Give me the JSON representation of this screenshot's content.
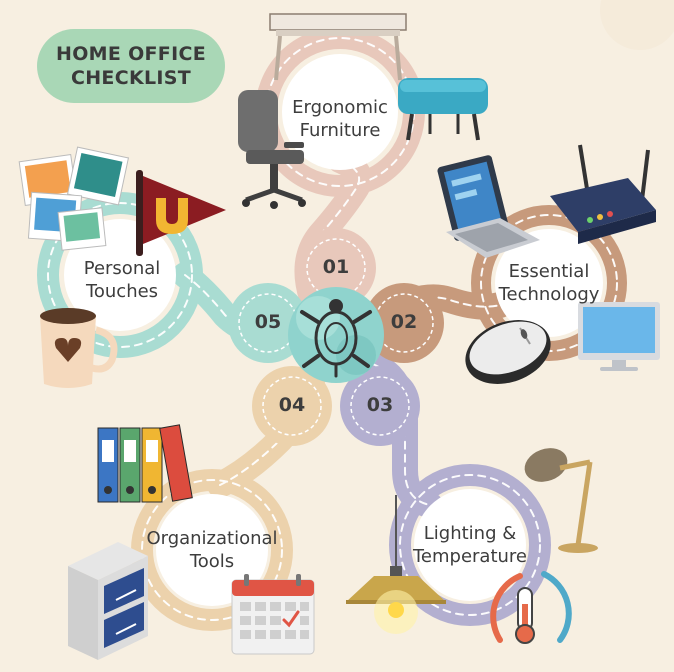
{
  "title": {
    "line1": "HOME OFFICE",
    "line2": "CHECKLIST"
  },
  "colors": {
    "background": "#f7efe1",
    "ergonomic": "#e8c8bb",
    "technology": "#c79a7c",
    "lighting": "#b3afd0",
    "organizational": "#ecd2ac",
    "personal": "#a9dcd2",
    "title_badge": "#a9d7b6"
  },
  "steps": [
    {
      "number": "01",
      "line1": "Ergonomic",
      "line2": "Furniture",
      "icons": [
        "desk-icon",
        "office-chair-icon",
        "ottoman-icon"
      ]
    },
    {
      "number": "02",
      "line1": "Essential",
      "line2": "Technology",
      "icons": [
        "laptop-icon",
        "router-icon",
        "mouse-icon",
        "monitor-icon"
      ]
    },
    {
      "number": "03",
      "line1": "Lighting &",
      "line2": "Temperature",
      "icons": [
        "desk-lamp-icon",
        "pendant-lamp-icon",
        "thermostat-icon"
      ]
    },
    {
      "number": "04",
      "line1": "Organizational",
      "line2": "Tools",
      "icons": [
        "binders-icon",
        "file-cabinet-icon",
        "calendar-icon"
      ]
    },
    {
      "number": "05",
      "line1": "Personal",
      "line2": "Touches",
      "icons": [
        "photos-icon",
        "pennant-icon",
        "mug-icon"
      ]
    }
  ],
  "center_icon": "turtle-emblem-icon"
}
